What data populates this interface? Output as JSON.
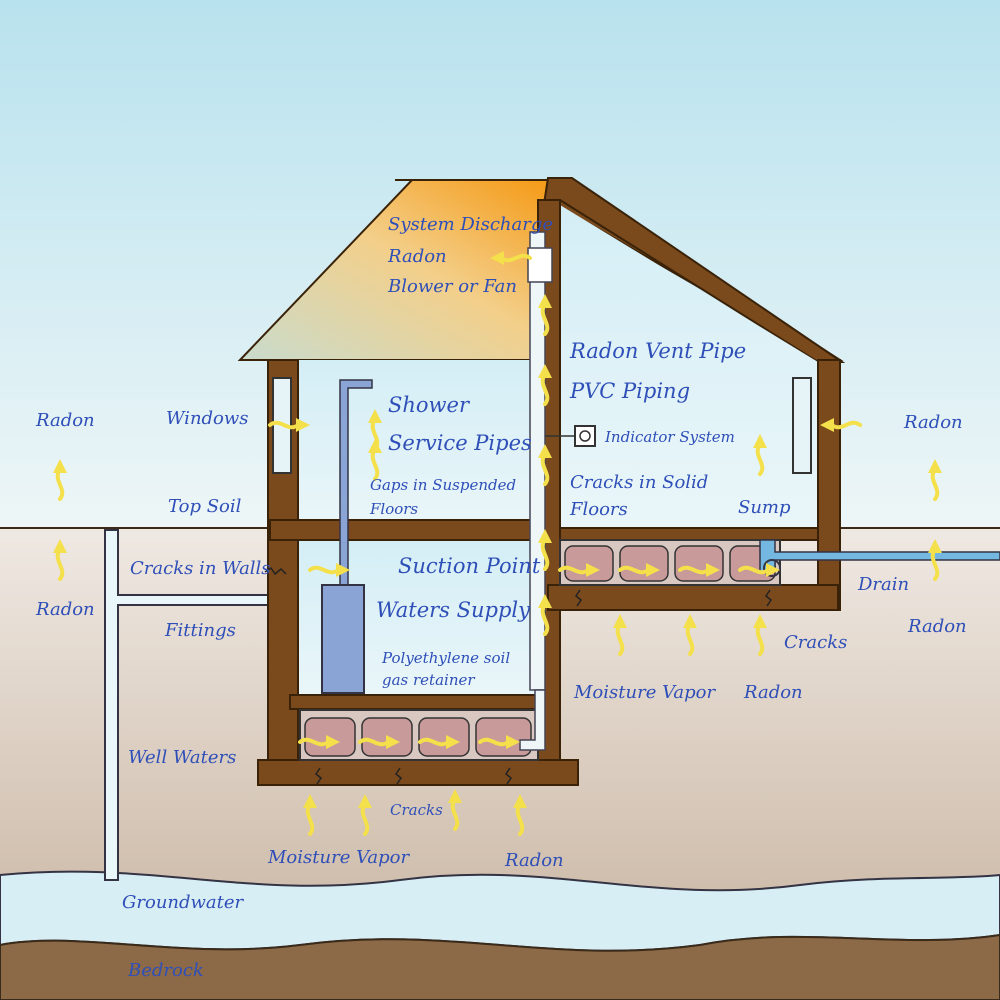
{
  "labels": {
    "system_discharge": "System Discharge",
    "radon_fan_1": "Radon",
    "radon_fan_2": "Blower or Fan",
    "radon_vent_pipe": "Radon Vent Pipe",
    "pvc_piping": "PVC Piping",
    "indicator_system": "Indicator System",
    "cracks_in_solid_1": "Cracks in Solid",
    "cracks_in_solid_2": "Floors",
    "sump": "Sump",
    "shower": "Shower",
    "service_pipes": "Service Pipes",
    "gaps_suspended_1": "Gaps in Suspended",
    "gaps_suspended_2": "Floors",
    "windows": "Windows",
    "top_soil": "Top Soil",
    "cracks_in_walls": "Cracks in Walls",
    "fittings": "Fittings",
    "suction_point": "Suction Point",
    "waters_supply": "Waters Supply",
    "poly_1": "Polyethylene soil",
    "poly_2": "gas retainer",
    "well_waters": "Well Waters",
    "cracks_left": "Cracks",
    "moisture_vapor_left": "Moisture Vapor",
    "radon_bottom": "Radon",
    "groundwater": "Groundwater",
    "bedrock": "Bedrock",
    "radon_left_top": "Radon",
    "radon_left_mid": "Radon",
    "radon_right_top": "Radon",
    "drain": "Drain",
    "radon_right_mid": "Radon",
    "cracks_right": "Cracks",
    "moisture_vapor_right": "Moisture Vapor",
    "radon_right_bottom": "Radon"
  },
  "colors": {
    "sky_top": "#b8e2ee",
    "sky_bottom": "#e6f3f6",
    "soil": "#cbb8a6",
    "bedrock": "#8a6a48",
    "groundwater": "#d6eef4",
    "wall": "#7a4a1c",
    "roof_left": "#cfd9cf",
    "roof_right": "#f5a623",
    "arrow": "#f4e04a",
    "text": "#2f4fb8"
  },
  "icons": [
    "indicator-gauge-icon",
    "radon-arrow-icon"
  ]
}
